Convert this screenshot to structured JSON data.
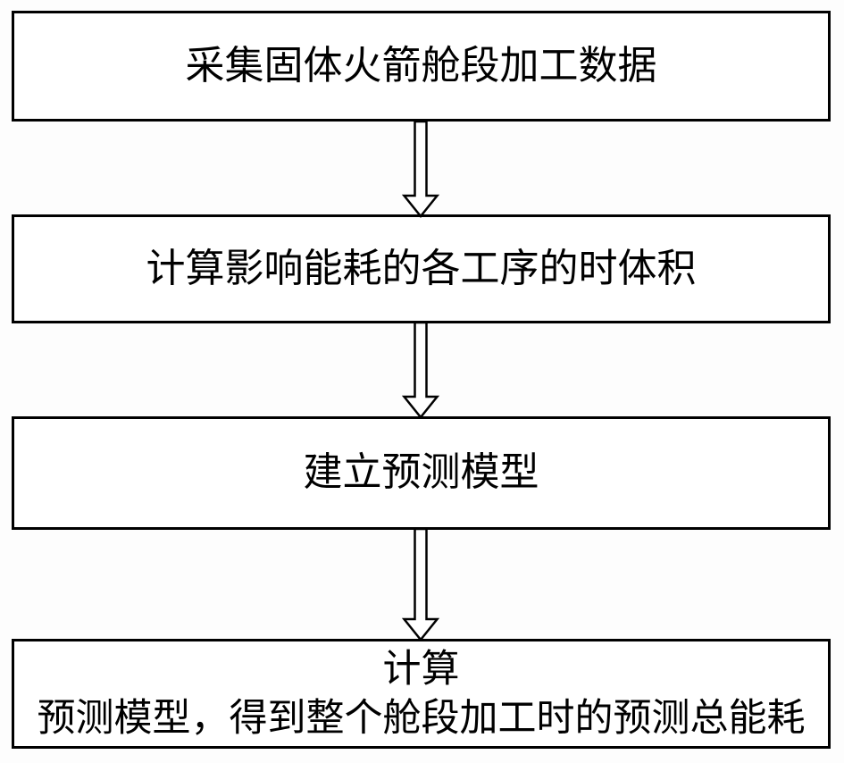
{
  "flowchart": {
    "type": "vertical-process-flow",
    "connector_style": "hollow-down-arrow",
    "colors": {
      "background": "#ffffff",
      "box_fill": "#ffffff",
      "box_border": "#000000",
      "text": "#000000"
    },
    "steps": [
      {
        "id": 1,
        "label": "采集固体火箭舱段加工数据"
      },
      {
        "id": 2,
        "label": "计算影响能耗的各工序的时体积"
      },
      {
        "id": 3,
        "label": "建立预测模型"
      },
      {
        "id": 4,
        "lines": [
          "计算",
          "预测模型，得到整个舱段加工时的预测总能耗"
        ]
      }
    ]
  }
}
